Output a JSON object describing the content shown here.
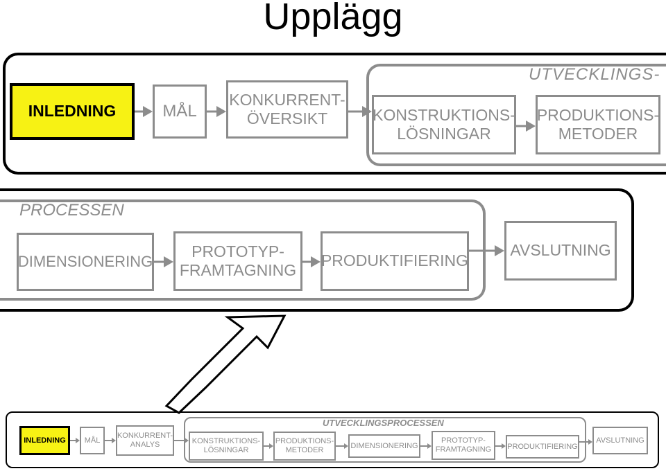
{
  "title": "Upplägg",
  "top": {
    "boxes": {
      "inledning": "INLEDNING",
      "mal": "MÅL",
      "konkurrent": "KONKURRENT-\nÖVERSIKT",
      "konstruktion": "KONSTRUKTIONS-\nLÖSNINGAR",
      "produktion": "PRODUKTIONS-\nMETODER"
    },
    "group_label": "UTVECKLINGS-"
  },
  "middle": {
    "group_label": "PROCESSEN",
    "boxes": {
      "dimensionering": "DIMENSIONERING",
      "prototyp": "PROTOTYP-\nFRAMTAGNING",
      "produktifiering": "PRODUKTIFIERING",
      "avslutning": "AVSLUTNING"
    }
  },
  "bottom": {
    "group_label": "UTVECKLINGSPROCESSEN",
    "boxes": {
      "inledning": "INLEDNING",
      "mal": "MÅL",
      "konkurrent": "KONKURRENT-\nANALYS",
      "konstruktion": "KONSTRUKTIONS-\nLÖSNINGAR",
      "produktion": "PRODUKTIONS-\nMETODER",
      "dimensionering": "DIMENSIONERING",
      "prototyp": "PROTOTYP-\nFRAMTAGNING",
      "produktifiering": "PRODUKTIFIERING",
      "avslutning": "AVSLUTNING"
    }
  },
  "colors": {
    "active_fill": "#f7f214",
    "box_gray": "#8c8c8c",
    "frame_black": "#000000"
  }
}
